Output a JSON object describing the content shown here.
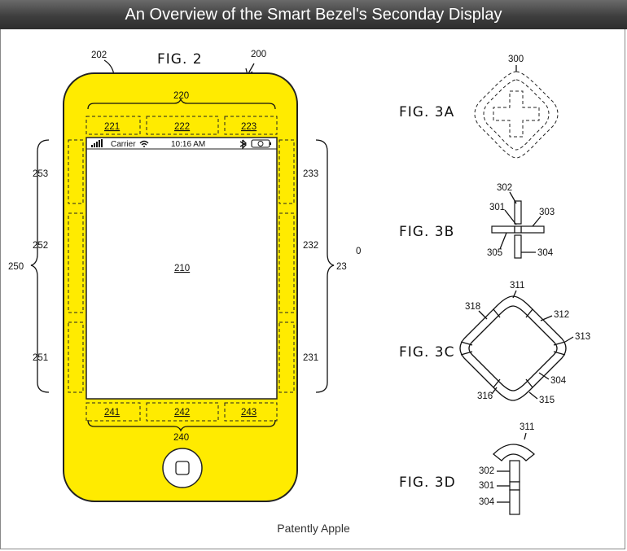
{
  "banner": {
    "title": "An Overview of the Smart Bezel's Seconday Display"
  },
  "colors": {
    "bezel": "#ffeb00",
    "banner_bg": "#3a3a3a"
  },
  "fig2": {
    "title": "FIG. 2",
    "labels": {
      "l202": "202",
      "l200": "200",
      "l220": "220",
      "l221": "221",
      "l222": "222",
      "l223": "223",
      "l253": "253",
      "l252": "252",
      "l251": "251",
      "l250": "250",
      "l233": "233",
      "l232": "232",
      "l231": "231",
      "l230": "23",
      "l230b": "0",
      "l210": "210",
      "l241": "241",
      "l242": "242",
      "l243": "243",
      "l240": "240"
    },
    "status_bar": {
      "carrier": "Carrier",
      "time": "10:16 AM"
    }
  },
  "fig3a": {
    "title": "FIG. 3A",
    "l300": "300"
  },
  "fig3b": {
    "title": "FIG. 3B",
    "l302": "302",
    "l301": "301",
    "l303": "303",
    "l305": "305",
    "l304": "304"
  },
  "fig3c": {
    "title": "FIG. 3C",
    "l311": "311",
    "l318": "318",
    "l312": "312",
    "l313": "313",
    "l304": "304",
    "l316": "316",
    "l315": "315"
  },
  "fig3d": {
    "title": "FIG. 3D",
    "l311": "311",
    "l302": "302",
    "l301": "301",
    "l304": "304"
  },
  "footer": {
    "credit": "Patently Apple"
  },
  "icons": [
    "signal-icon",
    "wifi-icon",
    "bluetooth-icon",
    "battery-icon",
    "home-button-icon"
  ]
}
